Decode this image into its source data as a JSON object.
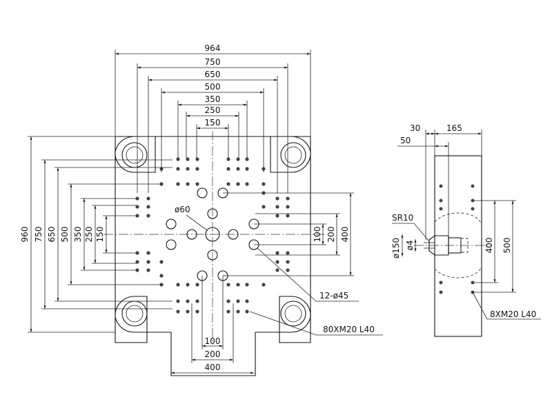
{
  "front_view": {
    "overall_width_label": "964",
    "overall_height_label": "960",
    "top_dims": [
      "750",
      "650",
      "500",
      "350",
      "250",
      "150"
    ],
    "left_dims": [
      "750",
      "650",
      "500",
      "350",
      "250",
      "150"
    ],
    "bottom_dims": [
      "100",
      "200",
      "400"
    ],
    "right_dims": [
      "100",
      "200",
      "400"
    ],
    "center_hole_label": "ø60",
    "large_holes_callout": "12-ø45",
    "threaded_holes_callout": "80XM20  L40"
  },
  "side_view": {
    "top_dims": [
      "30",
      "165",
      "50"
    ],
    "nozzle_radius_label": "SR10",
    "nozzle_bore_label": "ø150",
    "nozzle_hole_label": "ø4",
    "inner_dim_label": "400",
    "outer_dim_label": "500",
    "threaded_holes_callout": "8XM20  L40"
  },
  "colors": {
    "line": "#111111",
    "background": "#ffffff"
  }
}
